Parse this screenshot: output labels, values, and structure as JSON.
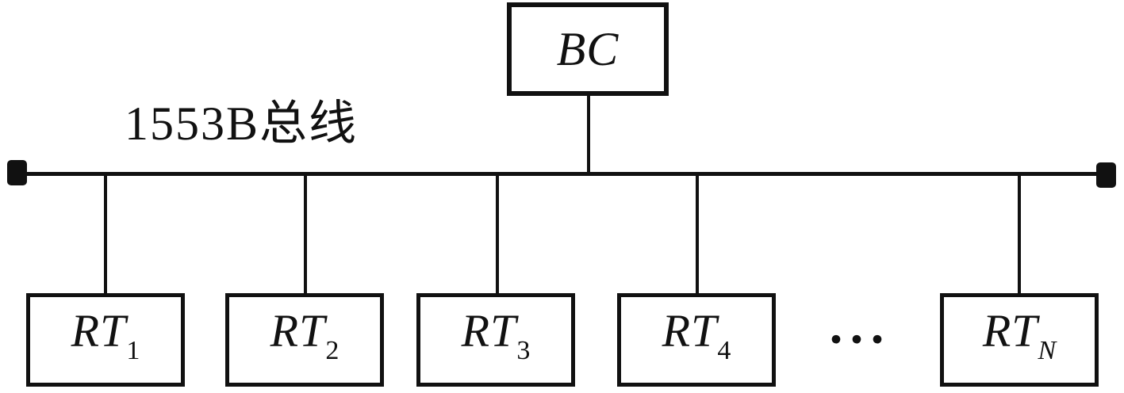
{
  "diagram": {
    "bus_label": "1553B总线",
    "bc": {
      "label": "BC"
    },
    "rts": [
      {
        "name": "RT",
        "sub": "1"
      },
      {
        "name": "RT",
        "sub": "2"
      },
      {
        "name": "RT",
        "sub": "3"
      },
      {
        "name": "RT",
        "sub": "4"
      },
      {
        "name": "RT",
        "sub": "N"
      }
    ],
    "ellipsis": "···",
    "colors": {
      "line": "#111111",
      "background": "#ffffff"
    }
  }
}
